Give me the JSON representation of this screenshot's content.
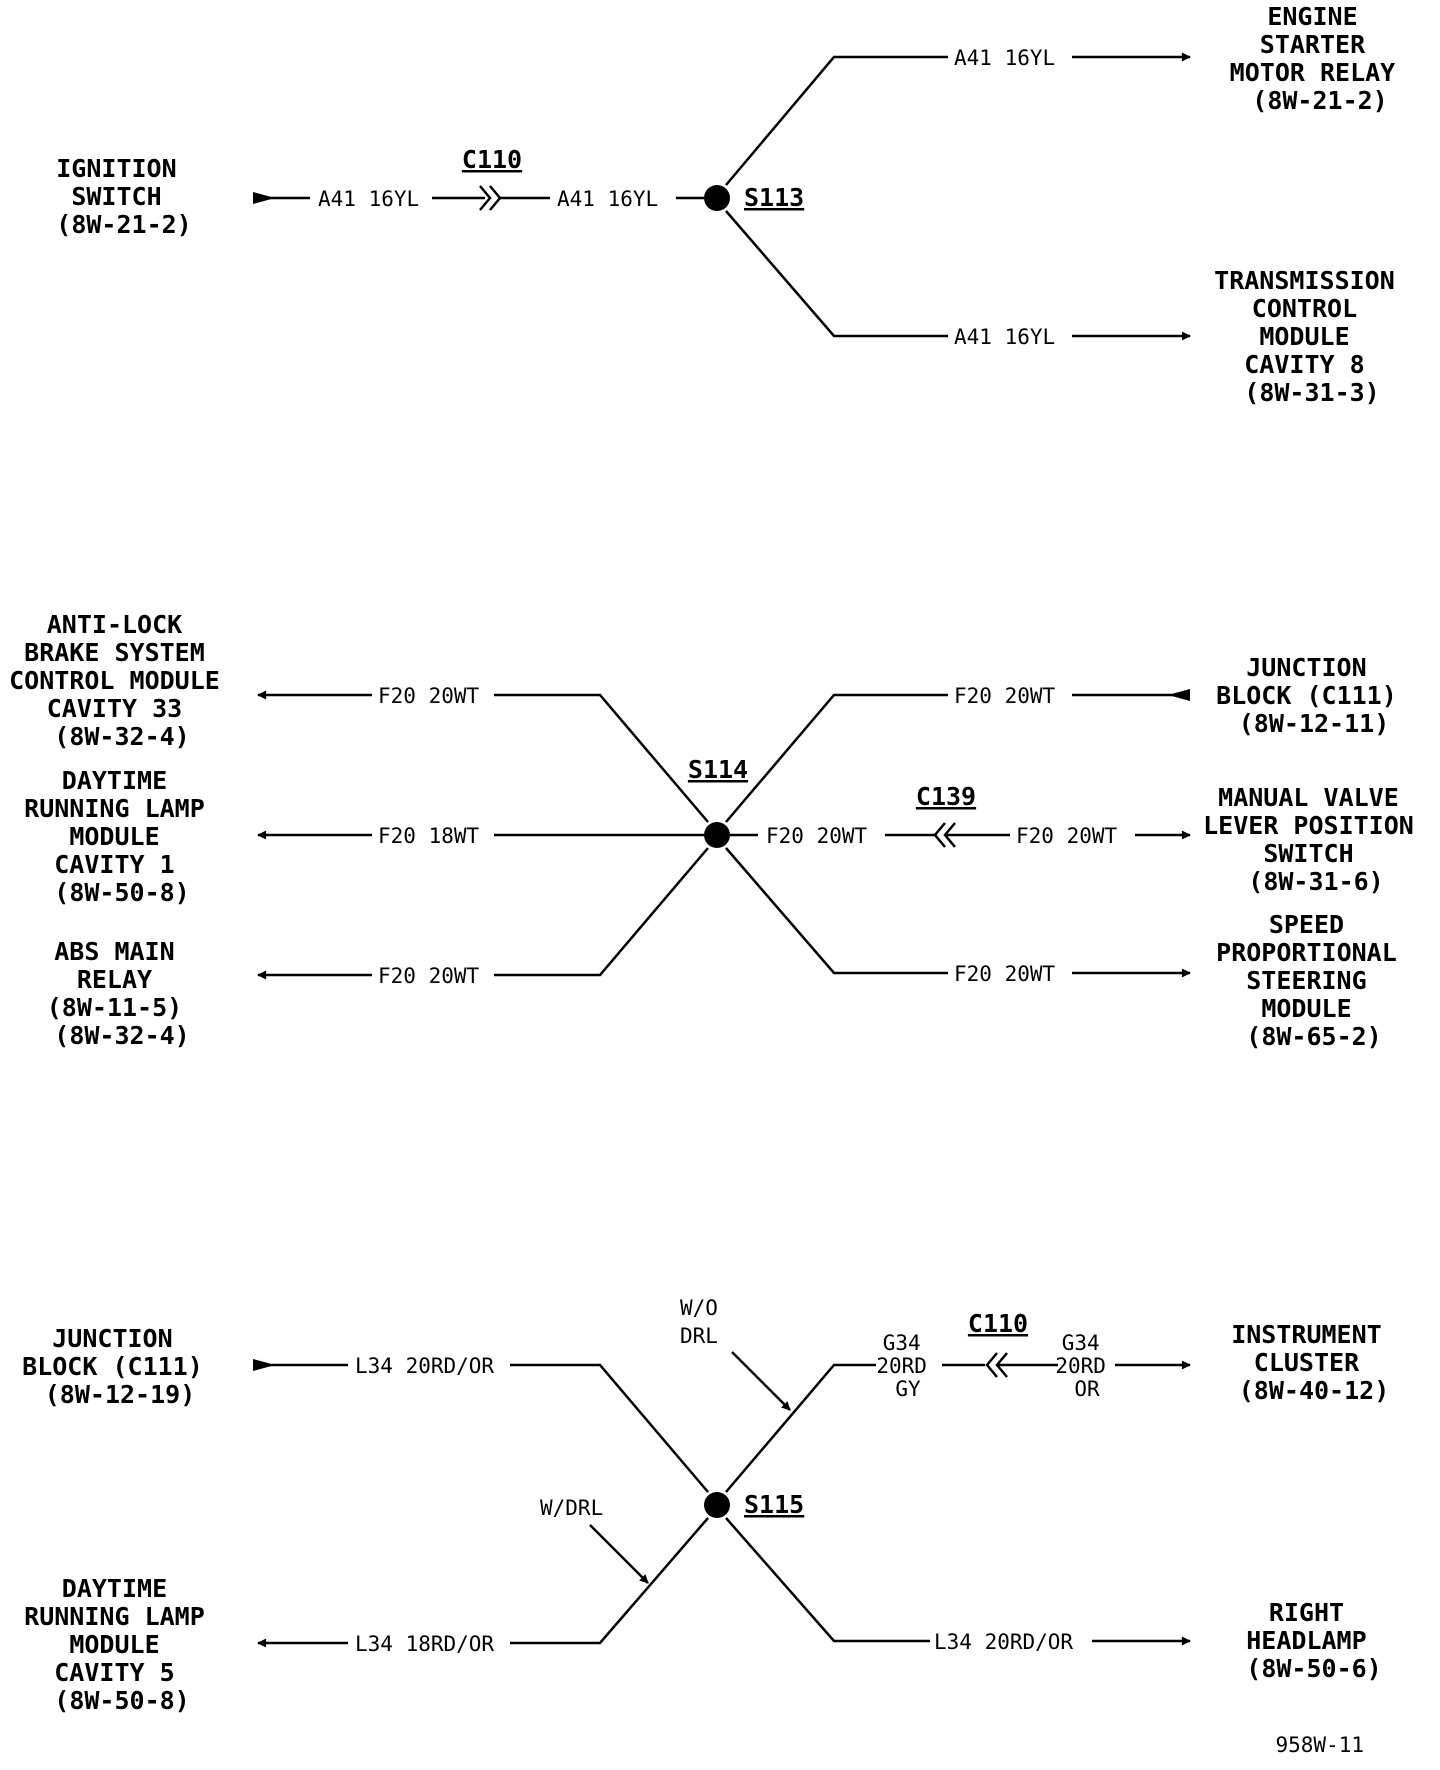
{
  "figure_id": "958W-11",
  "section1": {
    "source": [
      "IGNITION",
      "SWITCH",
      "(8W-21-2)"
    ],
    "connector": "C110",
    "wire_in_a": "A41 16YL",
    "wire_in_b": "A41 16YL",
    "splice": "S113",
    "branch_top_wire": "A41 16YL",
    "branch_top_dest": [
      "ENGINE",
      "STARTER",
      "MOTOR RELAY",
      "(8W-21-2)"
    ],
    "branch_bottom_wire": "A41 16YL",
    "branch_bottom_dest": [
      "TRANSMISSION",
      "CONTROL",
      "MODULE",
      "CAVITY 8",
      "(8W-31-3)"
    ]
  },
  "section2": {
    "splice": "S114",
    "left_top_wire": "F20 20WT",
    "left_top_dest": [
      "ANTI-LOCK",
      "BRAKE SYSTEM",
      "CONTROL MODULE",
      "CAVITY 33",
      "(8W-32-4)"
    ],
    "left_mid_wire": "F20 18WT",
    "left_mid_dest": [
      "DAYTIME",
      "RUNNING LAMP",
      "MODULE",
      "CAVITY 1",
      "(8W-50-8)"
    ],
    "left_bottom_wire": "F20 20WT",
    "left_bottom_dest": [
      "ABS MAIN",
      "RELAY",
      "(8W-11-5)",
      "(8W-32-4)"
    ],
    "right_top_wire": "F20 20WT",
    "right_top_src": [
      "JUNCTION",
      "BLOCK (C111)",
      "(8W-12-11)"
    ],
    "right_mid_wire_a": "F20 20WT",
    "right_mid_connector": "C139",
    "right_mid_wire_b": "F20 20WT",
    "right_mid_dest": [
      "MANUAL VALVE",
      "LEVER POSITION",
      "SWITCH",
      "(8W-31-6)"
    ],
    "right_bottom_wire": "F20 20WT",
    "right_bottom_dest": [
      "SPEED",
      "PROPORTIONAL",
      "STEERING",
      "MODULE",
      "(8W-65-2)"
    ]
  },
  "section3": {
    "splice": "S115",
    "left_top_src": [
      "JUNCTION",
      "BLOCK (C111)",
      "(8W-12-19)"
    ],
    "left_top_wire": "L34 20RD/OR",
    "left_bottom_dest": [
      "DAYTIME",
      "RUNNING LAMP",
      "MODULE",
      "CAVITY 5",
      "(8W-50-8)"
    ],
    "left_bottom_wire": "L34 18RD/OR",
    "wo_drl": [
      "W/O",
      "DRL"
    ],
    "w_drl": "W/DRL",
    "right_top_wire_a": [
      "G34",
      "20RD",
      "GY"
    ],
    "right_top_connector": "C110",
    "right_top_wire_b": [
      "G34",
      "20RD",
      "OR"
    ],
    "right_top_dest": [
      "INSTRUMENT",
      "CLUSTER",
      "(8W-40-12)"
    ],
    "right_bottom_wire": "L34 20RD/OR",
    "right_bottom_dest": [
      "RIGHT",
      "HEADLAMP",
      "(8W-50-6)"
    ]
  }
}
